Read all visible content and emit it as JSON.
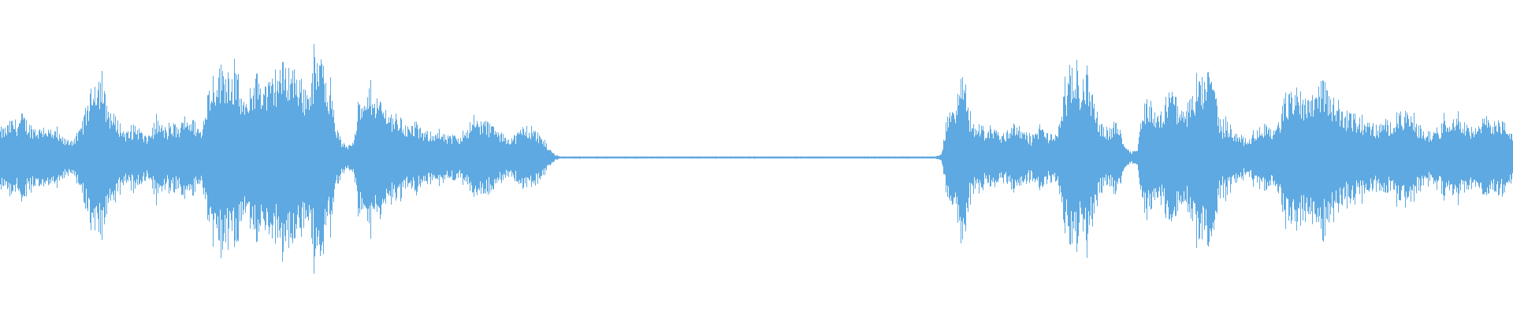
{
  "waveform": {
    "color": "#5ea9e1",
    "background": "#ffffff",
    "envelope": [
      0.28,
      0.29,
      0.36,
      0.35,
      0.42,
      0.33,
      0.3,
      0.28,
      0.32,
      0.24,
      0.25,
      0.18,
      0.17,
      0.19,
      0.24,
      0.42,
      0.59,
      0.81,
      0.78,
      0.52,
      0.42,
      0.36,
      0.27,
      0.24,
      0.32,
      0.27,
      0.18,
      0.28,
      0.36,
      0.3,
      0.27,
      0.33,
      0.28,
      0.42,
      0.37,
      0.33,
      0.24,
      0.64,
      0.8,
      0.86,
      0.88,
      0.86,
      0.8,
      0.62,
      0.48,
      0.74,
      0.8,
      0.72,
      0.7,
      0.82,
      0.88,
      0.9,
      0.88,
      0.82,
      0.7,
      0.64,
      0.92,
      0.94,
      0.88,
      0.62,
      0.3,
      0.14,
      0.12,
      0.18,
      0.55,
      0.46,
      0.72,
      0.6,
      0.54,
      0.46,
      0.42,
      0.4,
      0.35,
      0.28,
      0.32,
      0.27,
      0.24,
      0.26,
      0.24,
      0.22,
      0.2,
      0.2,
      0.22,
      0.28,
      0.34,
      0.36,
      0.36,
      0.34,
      0.3,
      0.24,
      0.22,
      0.2,
      0.22,
      0.28,
      0.3,
      0.27,
      0.24,
      0.17,
      0.09,
      0.03,
      0.01,
      0.01,
      0.01,
      0.01,
      0.01,
      0.01,
      0.01,
      0.01,
      0.01,
      0.01,
      0.01,
      0.01,
      0.01,
      0.01,
      0.01,
      0.01,
      0.01,
      0.01,
      0.01,
      0.01,
      0.01,
      0.01,
      0.01,
      0.01,
      0.01,
      0.01,
      0.01,
      0.01,
      0.01,
      0.01,
      0.01,
      0.01,
      0.01,
      0.01,
      0.01,
      0.01,
      0.01,
      0.01,
      0.01,
      0.01,
      0.01,
      0.01,
      0.01,
      0.01,
      0.01,
      0.01,
      0.01,
      0.01,
      0.01,
      0.01,
      0.01,
      0.01,
      0.01,
      0.01,
      0.01,
      0.01,
      0.01,
      0.01,
      0.01,
      0.01,
      0.01,
      0.01,
      0.01,
      0.01,
      0.01,
      0.01,
      0.01,
      0.01,
      0.03,
      0.38,
      0.48,
      0.62,
      0.82,
      0.42,
      0.28,
      0.34,
      0.24,
      0.32,
      0.26,
      0.22,
      0.27,
      0.36,
      0.28,
      0.24,
      0.19,
      0.26,
      0.3,
      0.24,
      0.2,
      0.32,
      0.64,
      0.74,
      0.8,
      0.72,
      0.84,
      0.62,
      0.38,
      0.3,
      0.28,
      0.34,
      0.26,
      0.1,
      0.06,
      0.08,
      0.5,
      0.58,
      0.44,
      0.4,
      0.54,
      0.8,
      0.54,
      0.42,
      0.5,
      0.62,
      0.7,
      0.76,
      0.82,
      0.6,
      0.3,
      0.34,
      0.24,
      0.26,
      0.18,
      0.2,
      0.27,
      0.28,
      0.34,
      0.26,
      0.32,
      0.44,
      0.62,
      0.64,
      0.66,
      0.58,
      0.62,
      0.7,
      0.74,
      0.64,
      0.58,
      0.52,
      0.42,
      0.44,
      0.4,
      0.36,
      0.34,
      0.32,
      0.3,
      0.36,
      0.34,
      0.4,
      0.44,
      0.42,
      0.38,
      0.32,
      0.28,
      0.24,
      0.26,
      0.3,
      0.36,
      0.42,
      0.44,
      0.38,
      0.32,
      0.26,
      0.3,
      0.38,
      0.4,
      0.34,
      0.36,
      0.3,
      0.26
    ]
  }
}
